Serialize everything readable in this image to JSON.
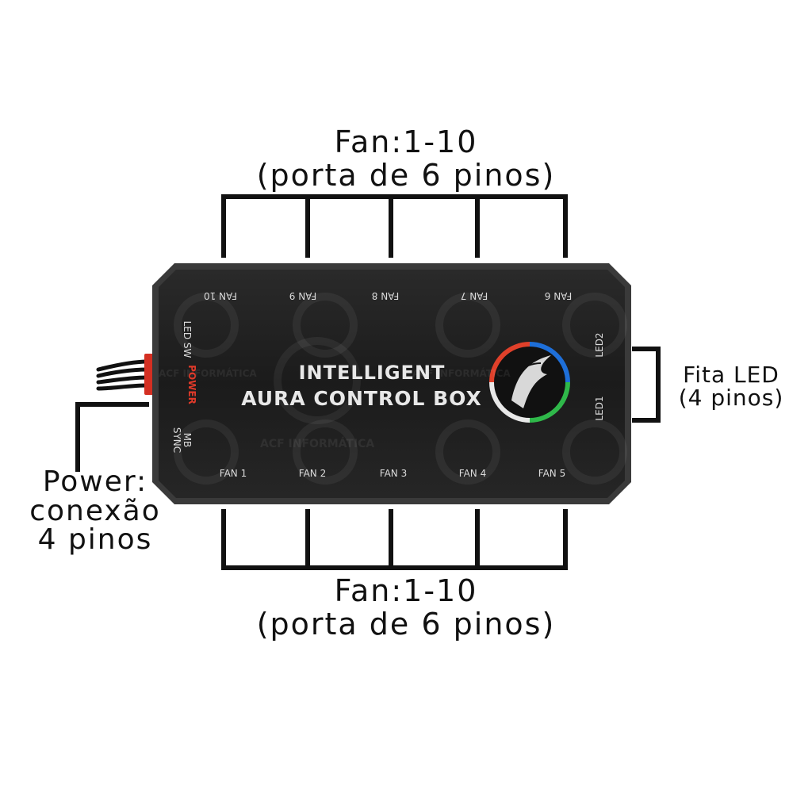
{
  "annotations": {
    "top": {
      "line1": "Fan:1-10",
      "line2": "(porta de 6 pinos)"
    },
    "bottom": {
      "line1": "Fan:1-10",
      "line2": "(porta de 6 pinos)"
    },
    "power": {
      "line1": "Power:",
      "line2": "conexão",
      "line3": "4 pinos"
    },
    "led": {
      "line1": "Fita LED",
      "line2": "(4 pinos)"
    }
  },
  "device": {
    "title_line1": "INTELLIGENT",
    "title_line2": "AURA CONTROL BOX",
    "top_ports": [
      "FAN 10",
      "FAN 9",
      "FAN 8",
      "FAN 7",
      "FAN 6"
    ],
    "bottom_ports": [
      "FAN 1",
      "FAN 2",
      "FAN 3",
      "FAN 4",
      "FAN 5"
    ],
    "left_labels": {
      "led_sw": "LED SW",
      "power": "POWER",
      "mb_sync": "MB SYNC"
    },
    "right_labels": {
      "led2": "LED2",
      "led1": "LED1"
    },
    "watermark": "ACF INFORMÁTICA",
    "body_color": "#1b1b1b",
    "ring_colors": [
      "#1e6fd9",
      "#2fb84a",
      "#e8e8e8",
      "#e0402a"
    ]
  }
}
